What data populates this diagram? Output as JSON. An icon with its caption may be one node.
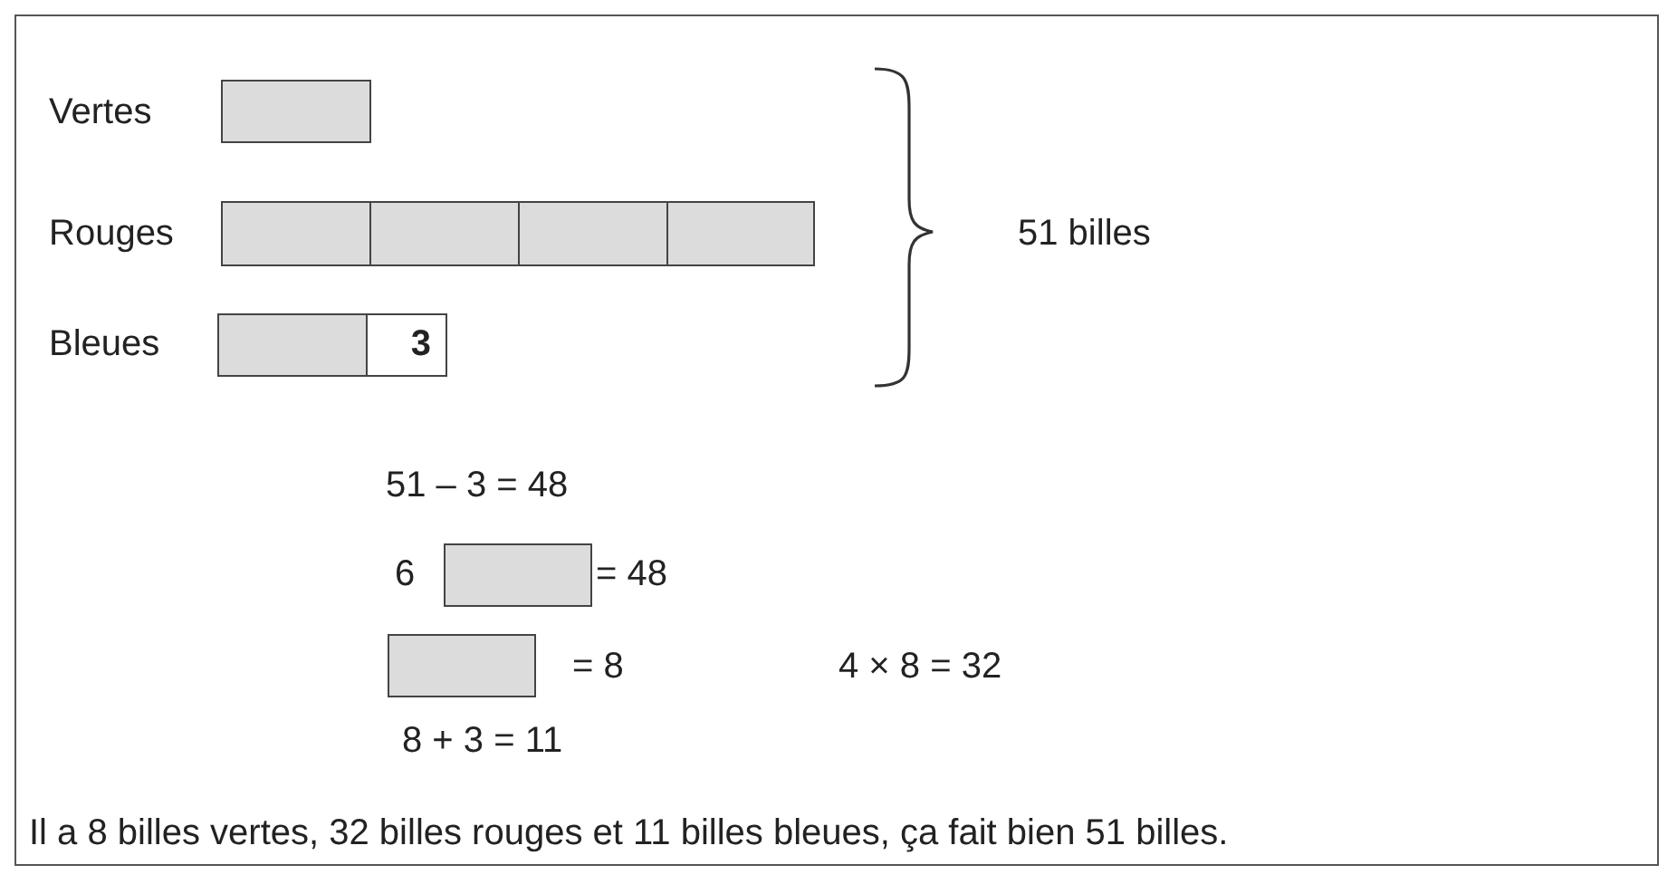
{
  "diagram": {
    "nodes": [
      {
        "text": [],
        "shape": "box"
      },
      {
        "text": [],
        "shape": "box"
      },
      {
        "text": [],
        "shape": "box"
      },
      {
        "text": [],
        "shape": "box"
      },
      {
        "text": [],
        "shape": "box"
      },
      {
        "text": [],
        "shape": "box"
      },
      {
        "text": [
          "3"
        ]
      },
      {
        "text": [],
        "shape": "box"
      },
      {
        "text": [],
        "shape": "box"
      }
    ],
    "labels": [
      "Vertes",
      "Rouges",
      "51 billes",
      "Bleues",
      "51 – 3 = 48",
      "6",
      "= 48",
      "= 8",
      "4 × 8 = 32",
      "8 + 3 = 11",
      "Il a 8 billes vertes, 32 billes rouges et 11 billes bleues, ça fait bien 51 billes."
    ]
  }
}
